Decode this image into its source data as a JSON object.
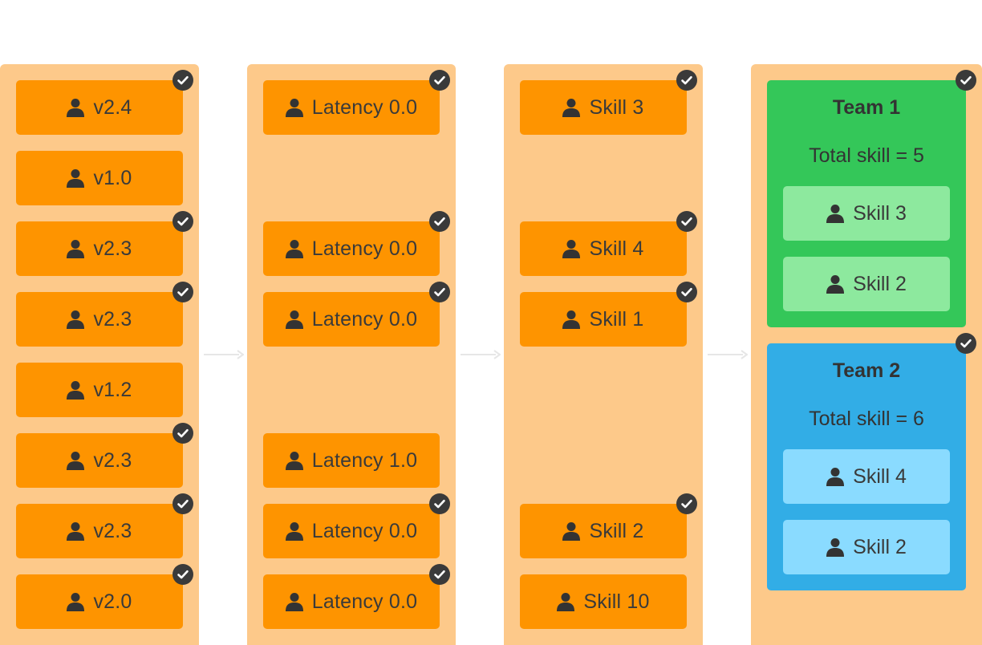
{
  "columns": [
    {
      "tickets": [
        {
          "label": "v2.4",
          "checked": true
        },
        {
          "label": "v1.0",
          "checked": false
        },
        {
          "label": "v2.3",
          "checked": true
        },
        {
          "label": "v2.3",
          "checked": true
        },
        {
          "label": "v1.2",
          "checked": false
        },
        {
          "label": "v2.3",
          "checked": true
        },
        {
          "label": "v2.3",
          "checked": true
        },
        {
          "label": "v2.0",
          "checked": true
        }
      ]
    },
    {
      "tickets": [
        {
          "label": "Latency 0.0",
          "checked": true
        },
        null,
        {
          "label": "Latency 0.0",
          "checked": true
        },
        {
          "label": "Latency 0.0",
          "checked": true
        },
        null,
        {
          "label": "Latency 1.0",
          "checked": false
        },
        {
          "label": "Latency 0.0",
          "checked": true
        },
        {
          "label": "Latency 0.0",
          "checked": true
        }
      ]
    },
    {
      "tickets": [
        {
          "label": "Skill 3",
          "checked": true
        },
        null,
        {
          "label": "Skill 4",
          "checked": true
        },
        {
          "label": "Skill 1",
          "checked": true
        },
        null,
        null,
        {
          "label": "Skill 2",
          "checked": true
        },
        {
          "label": "Skill 10",
          "checked": false
        }
      ]
    }
  ],
  "teams": [
    {
      "title": "Team 1",
      "total": "Total skill = 5",
      "checked": true,
      "color": "#34c759",
      "members": [
        "Skill 3",
        "Skill 2"
      ]
    },
    {
      "title": "Team 2",
      "total": "Total skill = 6",
      "checked": true,
      "color": "#32ade6",
      "members": [
        "Skill 4",
        "Skill 2"
      ]
    }
  ],
  "colors": {
    "column_bg": "#fdc98a",
    "ticket_bg": "#fe9400",
    "check_bg": "#3a3a3a",
    "arrow": "#e6e6e6"
  },
  "icons": {
    "ticket": "person-icon",
    "status": "checkmark-icon",
    "flow": "arrow-right-icon"
  }
}
